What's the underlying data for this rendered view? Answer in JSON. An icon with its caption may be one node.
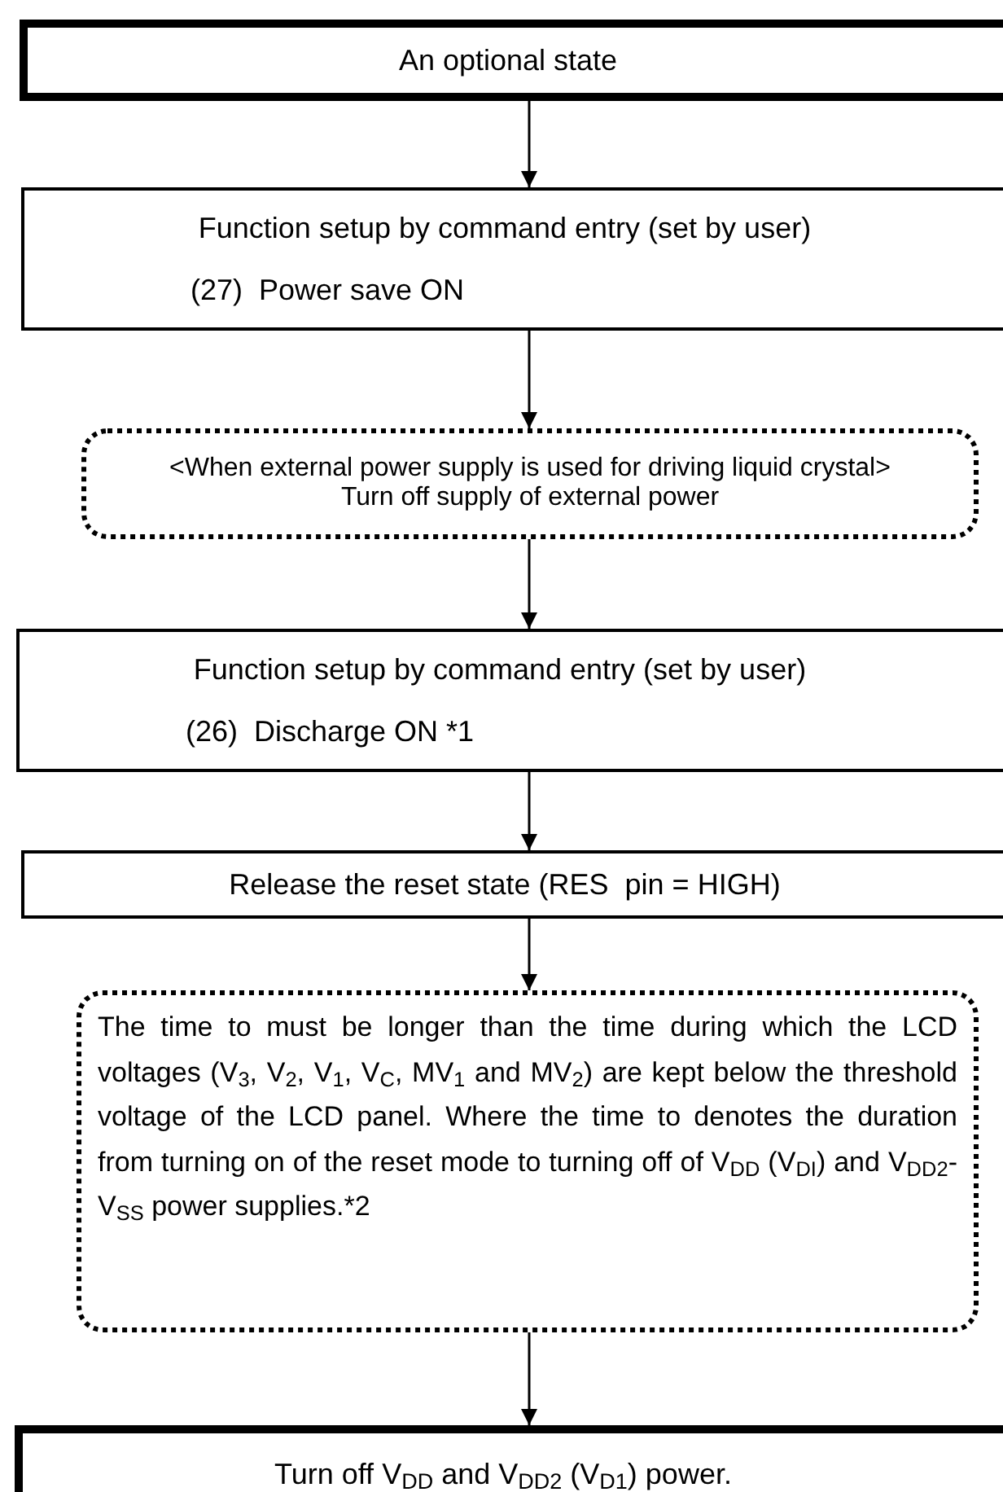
{
  "diagram": {
    "nodes": [
      {
        "text": [
          "An optional state"
        ]
      },
      {
        "text": [
          "Function setup by command entry (set by user)",
          "(27)  Power save ON"
        ]
      },
      {
        "text": [
          "<When external power supply is used for driving liquid crystal>",
          "Turn off supply of external power"
        ]
      },
      {
        "text": [
          "Function setup by command entry (set by user)",
          "(26)  Discharge ON *1"
        ]
      },
      {
        "text": [
          "Release the reset state (RES  pin = HIGH)"
        ]
      },
      {
        "text": [
          "The time to must be longer than the time during which the LCD voltages (V$_{3}$, V$_{2}$, V$_{1}$, V$_{C}$, MV$_{1}$ and MV$_{2}$) are kept below the threshold voltage of the LCD panel. Where the time to denotes the duration from turning on of the reset mode to turning off of V$_{DD}$ (V$_{DI}$) and V$_{DD2}$-V$_{SS}$ power supplies.*2"
        ]
      },
      {
        "text": [
          "Turn off V$_{DD}$ and V$_{DD2}$ (V$_{D1}$) power."
        ]
      }
    ],
    "edges": [
      {
        "from": 0,
        "to": 1,
        "arrow": "to"
      },
      {
        "from": 1,
        "to": 2,
        "arrow": "to"
      },
      {
        "from": 2,
        "to": 3,
        "arrow": "to"
      },
      {
        "from": 3,
        "to": 4,
        "arrow": "to"
      },
      {
        "from": 4,
        "to": 5,
        "arrow": "to"
      },
      {
        "from": 5,
        "to": 6,
        "arrow": "to"
      }
    ]
  }
}
